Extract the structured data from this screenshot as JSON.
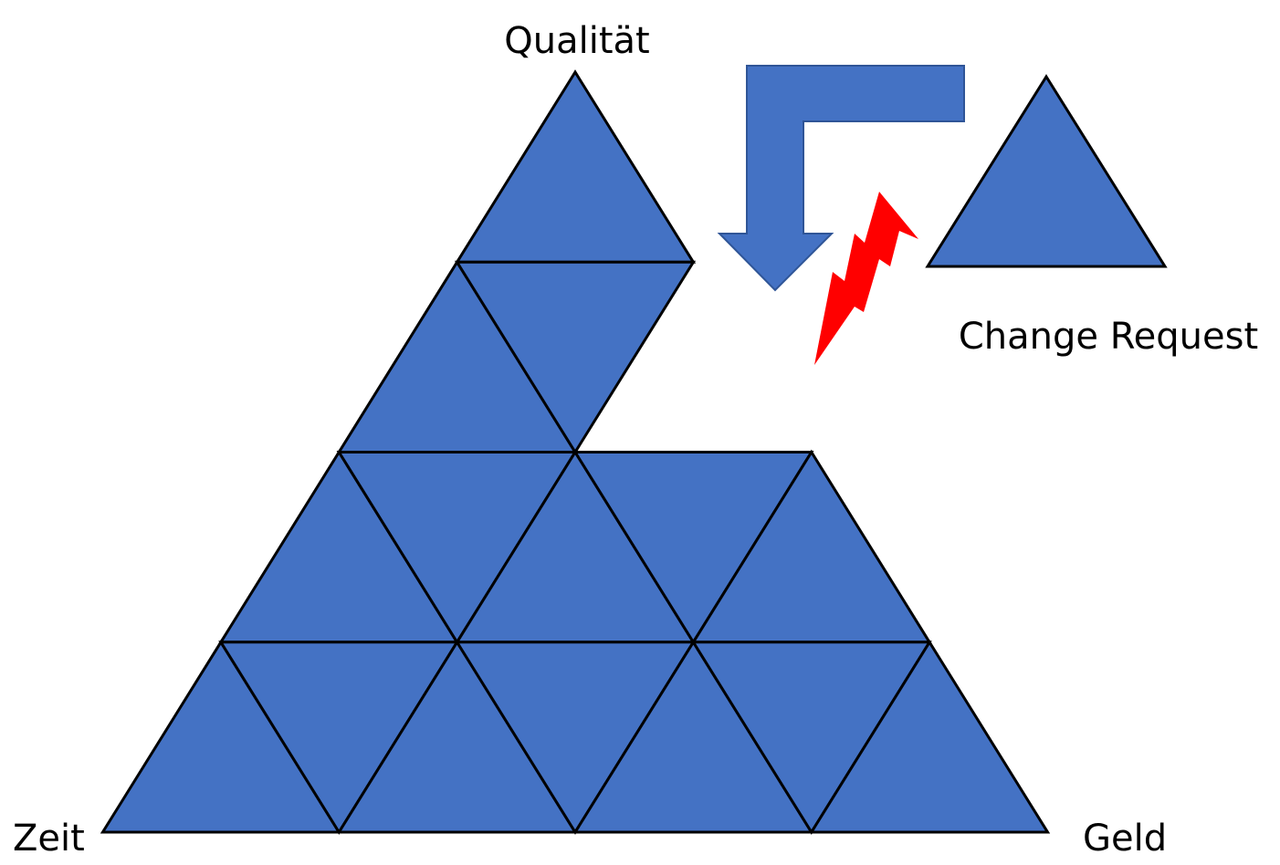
{
  "labels": {
    "top": "Qualität",
    "left": "Zeit",
    "right": "Geld",
    "change_request": "Change Request"
  },
  "colors": {
    "triangle_fill": "#4472C4",
    "stroke": "#000000",
    "arrow_fill": "#4472C4",
    "arrow_stroke": "#2F5597",
    "lightning_fill": "#FF0000",
    "background": "#FFFFFF"
  },
  "pyramid": {
    "rows": 4,
    "missing_tile": "top-right",
    "tile_count": 15
  },
  "icons": {
    "arrow": "bent-arrow-down-icon",
    "lightning": "lightning-bolt-icon",
    "change_request": "triangle-icon"
  }
}
